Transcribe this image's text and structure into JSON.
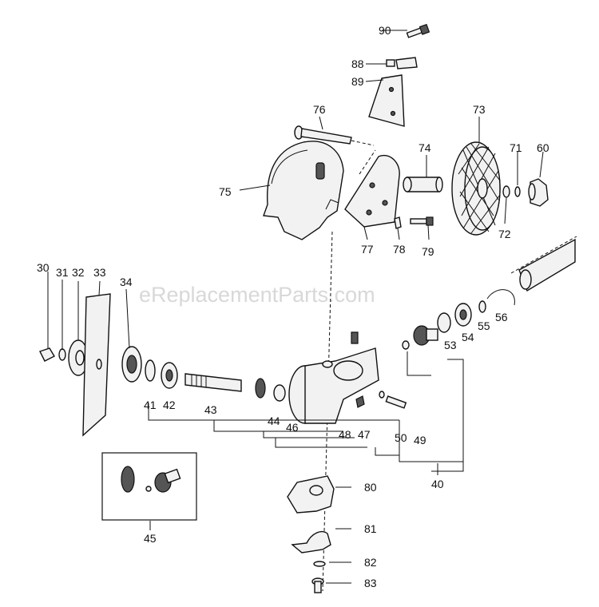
{
  "watermark": "eReplacementParts.com",
  "labels": {
    "p30": "30",
    "p31": "31",
    "p32": "32",
    "p33": "33",
    "p34": "34",
    "p40": "40",
    "p41": "41",
    "p42": "42",
    "p43": "43",
    "p44": "44",
    "p45": "45",
    "p46": "46",
    "p47": "47",
    "p48": "48",
    "p49": "49",
    "p50": "50",
    "p53": "53",
    "p54": "54",
    "p55": "55",
    "p56": "56",
    "p60": "60",
    "p71": "71",
    "p72": "72",
    "p73": "73",
    "p74": "74",
    "p75": "75",
    "p76": "76",
    "p77": "77",
    "p78": "78",
    "p79": "79",
    "p80": "80",
    "p81": "81",
    "p82": "82",
    "p83": "83",
    "p88": "88",
    "p89": "89",
    "p90": "90"
  }
}
